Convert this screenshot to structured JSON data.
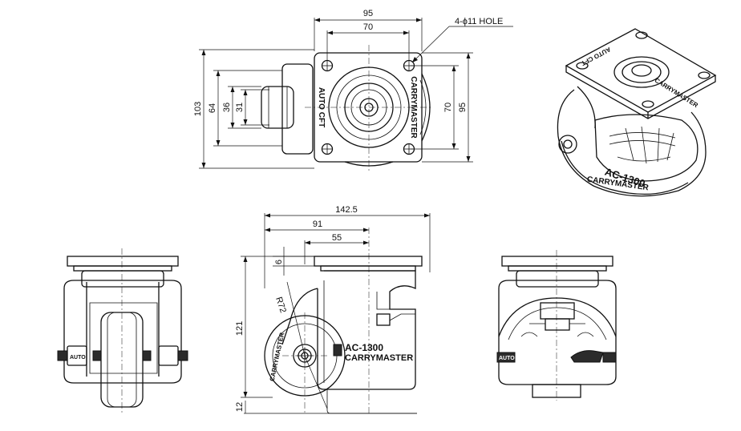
{
  "dimensions": {
    "top_width_overall": "95",
    "top_width_holes": "70",
    "hole_note": "4-ϕ11 HOLE",
    "top_height_overall": "103",
    "top_height_body": "64",
    "top_height_wheel": "36",
    "top_height_inner": "31",
    "top_height_holes": "70",
    "top_height_plate": "95",
    "side_width_overall": "142.5",
    "side_width_mid": "91",
    "side_width_plate": "55",
    "side_plate_thickness": "6",
    "side_height": "121",
    "side_ground": "12",
    "side_radius": "R72"
  },
  "labels": {
    "brand": "CARRYMASTER",
    "auto": "AUTO CFT",
    "model": "AC-1300",
    "model_logo": "CARRYMASTER",
    "front_side_mark": "AUTO",
    "rear_side_mark": "AUTO"
  }
}
